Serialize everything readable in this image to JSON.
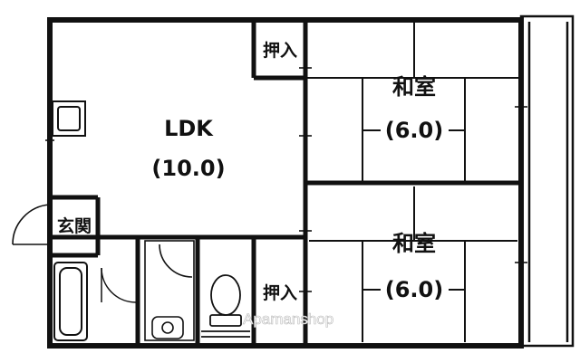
{
  "rooms": {
    "ldk": {
      "name": "LDK",
      "size": "(10.0)"
    },
    "washitsu_upper": {
      "name": "和室",
      "size": "(6.0)"
    },
    "washitsu_lower": {
      "name": "和室",
      "size": "(6.0)"
    }
  },
  "closets": {
    "upper": "押入",
    "lower": "押入"
  },
  "entrance": "玄関",
  "watermark": "Apamanshop"
}
